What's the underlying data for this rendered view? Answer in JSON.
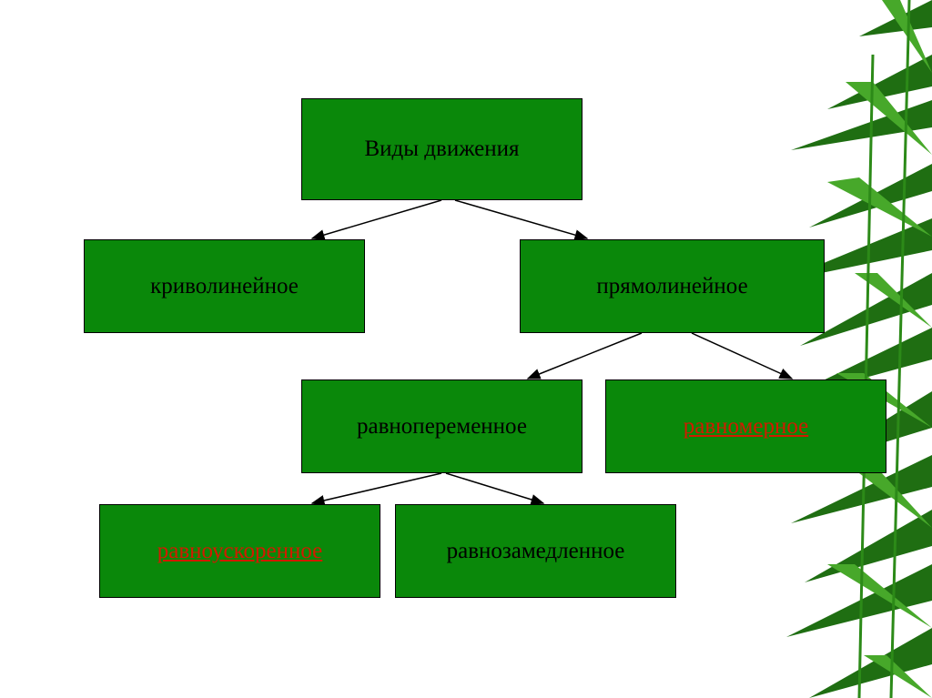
{
  "diagram": {
    "root": "Виды движения",
    "curvilinear": "криволинейное",
    "rectilinear": "прямолинейное",
    "variable": "равнопеременное",
    "uniform": "равномерное",
    "accelerated": "равноускоренное",
    "decelerated": "равнозамедленное"
  },
  "colors": {
    "box_fill": "#0a880a",
    "link_text": "#d21a00",
    "leaf_dark": "#1f6e12",
    "leaf_light": "#47a82a"
  }
}
